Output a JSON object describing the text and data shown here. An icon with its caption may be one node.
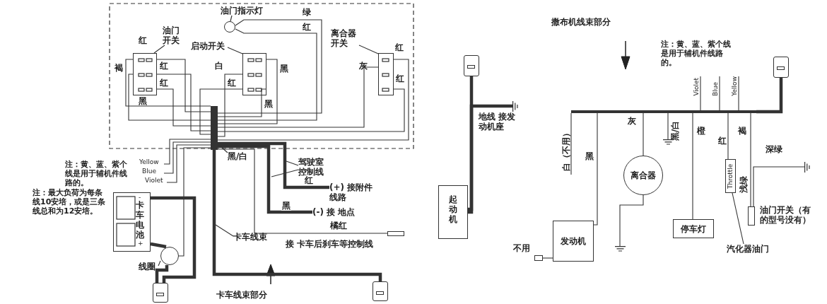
{
  "diagram": {
    "nodes": [
      {
        "text": [
          "油门指示灯"
        ]
      },
      {
        "text": [],
        "shape": "circle"
      },
      {
        "text": [
          "油门开关"
        ]
      },
      {
        "text": [],
        "shape": "box"
      },
      {
        "text": [
          "启动开关"
        ]
      },
      {
        "text": [],
        "shape": "box"
      },
      {
        "text": [
          "离合器开关"
        ]
      },
      {
        "text": [],
        "shape": "box"
      },
      {
        "text": [
          "黑/白"
        ]
      },
      {
        "text": [
          "驾驶室控制线"
        ]
      },
      {
        "text": [
          "卡车电池"
        ]
      },
      {
        "text": [
          "卡车线束"
        ]
      },
      {
        "text": [
          "线圈"
        ]
      },
      {
        "text": [],
        "shape": "circle"
      },
      {
        "text": [
          "起动机"
        ]
      },
      {
        "text": [
          "离合器"
        ]
      },
      {
        "text": [
          "Throttle"
        ]
      },
      {
        "text": [],
        "shape": "box",
        "beside": [
          "油门开关（有的型号没有）"
        ]
      },
      {
        "text": [
          "发动机"
        ]
      },
      {
        "text": [
          "停车灯"
        ]
      },
      {
        "text": [
          "汽化器油门"
        ]
      },
      {
        "text": [],
        "shape": "bar"
      },
      {
        "text": [],
        "shape": "bar"
      },
      {
        "text": [],
        "shape": "box"
      },
      {
        "text": [],
        "shape": "box"
      },
      {
        "text": [],
        "shape": "box"
      },
      {
        "text": [],
        "shape": "box"
      },
      {
        "text": [
          "(+) 接附件线路"
        ]
      },
      {
        "text": [
          "(-) 接 地点"
        ]
      },
      {
        "text": [],
        "shape": "box",
        "beside": [
          "接 卡车后刹车等控制线"
        ]
      },
      {
        "text": [],
        "shape": "box",
        "beside": [
          "不用"
        ]
      },
      {
        "text": [],
        "shape": "ground"
      },
      {
        "text": [],
        "shape": "ground"
      },
      {
        "text": [],
        "shape": "ground"
      },
      {
        "text": [],
        "shape": "ground"
      }
    ],
    "edges": [
      {
        "from": 2,
        "to": 3,
        "arrow": "none"
      },
      {
        "from": 4,
        "to": 5,
        "arrow": "none"
      },
      {
        "from": 6,
        "to": 7,
        "arrow": "none"
      },
      {
        "from": 0,
        "to": 1,
        "arrow": "none"
      },
      {
        "from": 8,
        "to": null,
        "arrow": "none"
      },
      {
        "from": 9,
        "to": null,
        "arrow": "none"
      },
      {
        "from": 9,
        "to": null,
        "arrow": "none"
      },
      {
        "from": 11,
        "to": null,
        "arrow": "none"
      },
      {
        "from": 12,
        "to": 13,
        "arrow": "none"
      },
      {
        "from": 20,
        "to": 16,
        "arrow": "none"
      },
      {
        "from": 10,
        "to": 13,
        "arrow": "none",
        "style": "thick"
      },
      {
        "from": 3,
        "to": 21,
        "arrow": "none"
      },
      {
        "from": 3,
        "to": 21,
        "arrow": "none"
      },
      {
        "from": 3,
        "to": 21,
        "arrow": "none"
      },
      {
        "from": 3,
        "to": 21,
        "arrow": "none"
      },
      {
        "from": 3,
        "to": 21,
        "arrow": "none"
      },
      {
        "from": 5,
        "to": 21,
        "arrow": "none"
      },
      {
        "from": 5,
        "to": 21,
        "arrow": "none"
      },
      {
        "from": 5,
        "to": 21,
        "arrow": "none"
      },
      {
        "from": 5,
        "to": 21,
        "arrow": "none"
      },
      {
        "from": 1,
        "to": 21,
        "arrow": "none"
      },
      {
        "from": 1,
        "to": 21,
        "arrow": "none"
      },
      {
        "from": 7,
        "to": 21,
        "arrow": "none"
      },
      {
        "from": 7,
        "to": 21,
        "arrow": "none"
      },
      {
        "from": 7,
        "to": 21,
        "arrow": "none"
      },
      {
        "from": 21,
        "to": null,
        "arrow": "none",
        "label": "Yellow"
      },
      {
        "from": 21,
        "to": null,
        "arrow": "none",
        "label": "Blue"
      },
      {
        "from": 21,
        "to": null,
        "arrow": "none",
        "label": "Violet"
      },
      {
        "from": 21,
        "to": 13,
        "arrow": "none"
      },
      {
        "from": 21,
        "to": 24,
        "arrow": "none",
        "style": "thick"
      },
      {
        "from": 21,
        "to": 28,
        "arrow": "none",
        "style": "thick",
        "label": "黑"
      },
      {
        "from": 21,
        "to": 27,
        "arrow": "none",
        "style": "thick",
        "label": "红"
      },
      {
        "from": 21,
        "to": 29,
        "arrow": "none",
        "label": "橘红"
      },
      {
        "from": 10,
        "to": 23,
        "arrow": "none",
        "style": "thick"
      },
      {
        "from": 13,
        "to": 23,
        "arrow": "none",
        "style": "thick"
      },
      {
        "from": 14,
        "to": 25,
        "arrow": "none",
        "style": "thick"
      },
      {
        "from": 14,
        "to": 31,
        "arrow": "none",
        "style": "thick",
        "label": "地线 接发动机座"
      },
      {
        "from": 22,
        "to": 26,
        "arrow": "none",
        "style": "thick"
      },
      {
        "from": 22,
        "to": null,
        "arrow": "none",
        "label": "白（不用）"
      },
      {
        "from": 22,
        "to": 18,
        "arrow": "none"
      },
      {
        "from": 22,
        "to": 15,
        "arrow": "none"
      },
      {
        "from": 22,
        "to": 32,
        "arrow": "none",
        "label": "黑/白"
      },
      {
        "from": 22,
        "to": 19,
        "arrow": "none"
      },
      {
        "from": 22,
        "to": 16,
        "arrow": "none"
      },
      {
        "from": 22,
        "to": 17,
        "arrow": "none"
      },
      {
        "from": 17,
        "to": 34,
        "arrow": "none"
      },
      {
        "from": 22,
        "to": null,
        "arrow": "none",
        "label": "Violet"
      },
      {
        "from": 22,
        "to": null,
        "arrow": "none",
        "label": "Blue"
      },
      {
        "from": 22,
        "to": null,
        "arrow": "none",
        "label": "Yellow"
      },
      {
        "from": 15,
        "to": 33,
        "arrow": "none"
      },
      {
        "from": 18,
        "to": 30,
        "arrow": "none"
      }
    ],
    "labels": [
      "撒布机线束部分",
      "绿",
      "红",
      "红",
      "红",
      "注：黄、蓝、紫个线是用于辅机件线路的。",
      "褐",
      "红",
      "白",
      "黑",
      "灰",
      "红",
      "红",
      "红",
      "黑",
      "黑",
      "灰",
      "橙",
      "褐",
      "红",
      "深绿",
      "黑",
      "注：黄、蓝、紫个线是用于辅机件线路的。",
      "浅绿",
      "注：最大负荷为每条线10安培，或是三条线总和为12安培。",
      "-",
      "+",
      "卡车线束部分"
    ]
  }
}
